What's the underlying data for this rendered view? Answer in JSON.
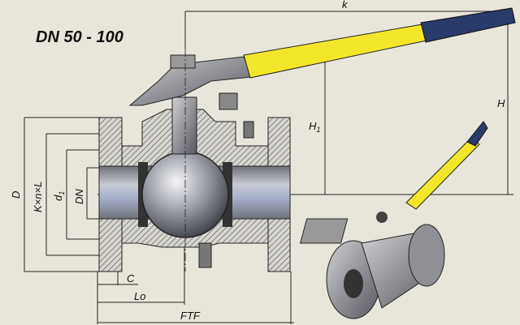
{
  "title": "DN 50 - 100",
  "dimensions": {
    "k": "k",
    "H": "H",
    "H1": "H",
    "H1_sub": "1",
    "D": "D",
    "KxnxL": "K×n×L",
    "d1": "d",
    "d1_sub": "1",
    "DN": "DN",
    "C": "C",
    "Lo": "Lo",
    "FTF": "FTF"
  },
  "colors": {
    "background": "#e8e5da",
    "handle": "#f2e62a",
    "grip": "#2a3a6a",
    "metal": "#8a8a8a",
    "line": "#222222"
  }
}
